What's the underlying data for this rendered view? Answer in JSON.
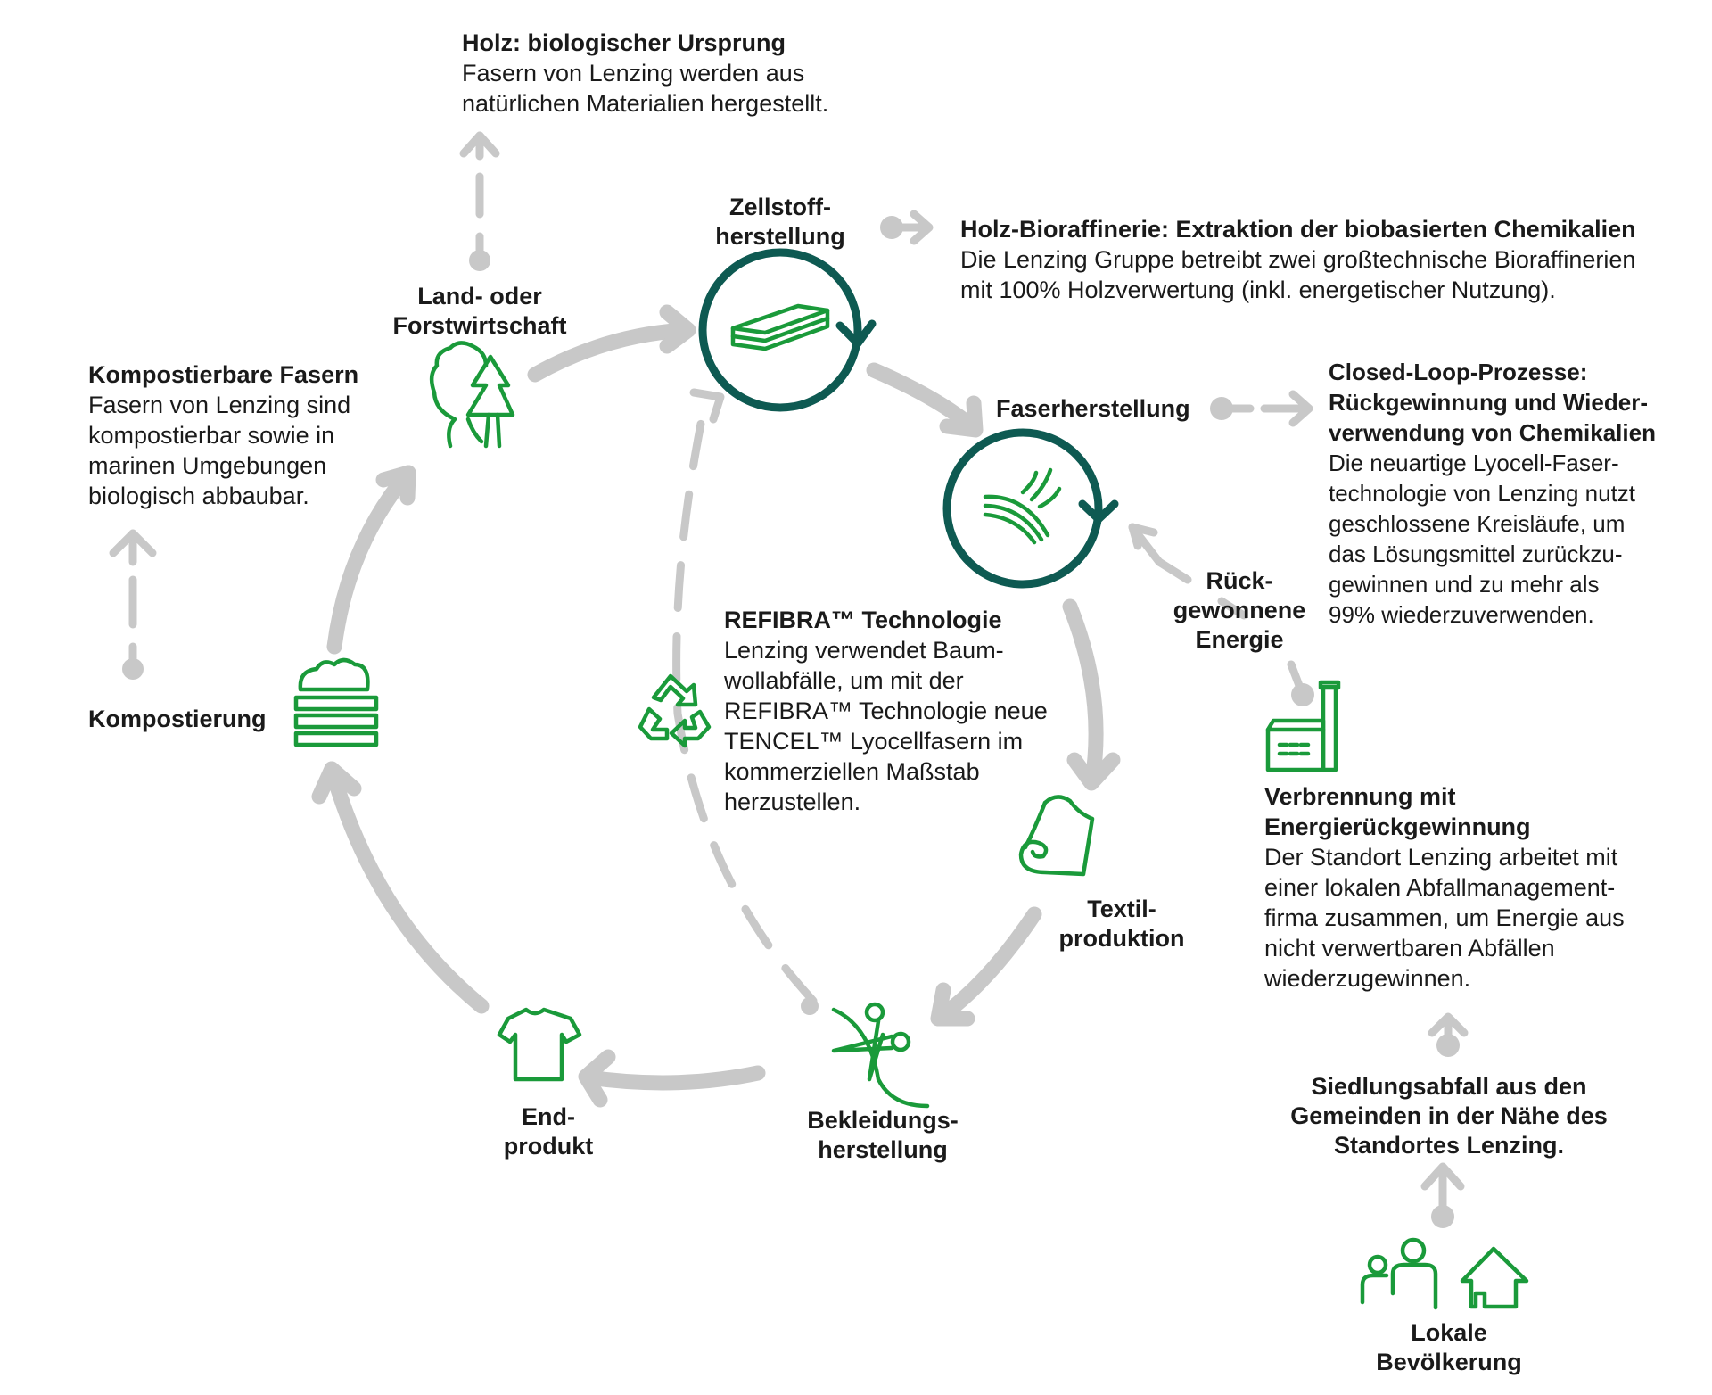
{
  "colors": {
    "arrow_grey": "#c8c8c8",
    "cycle_teal": "#0e5a52",
    "icon_green": "#1a9a3a",
    "text": "#1a1a1a"
  },
  "stages": {
    "land": {
      "label": "Land- oder\nForstwirtschaft",
      "icon": "trees-icon"
    },
    "zellstoff": {
      "label": "Zellstoff-\nherstellung",
      "icon": "pulp-sheets-icon"
    },
    "faser": {
      "label": "Faserherstellung",
      "icon": "fibers-icon"
    },
    "textil": {
      "label": "Textil-\nproduktion",
      "icon": "fabric-roll-icon"
    },
    "bekleidung": {
      "label": "Bekleidungs-\nherstellung",
      "icon": "scissors-icon"
    },
    "endprodukt": {
      "label": "End-\nprodukt",
      "icon": "tshirt-icon"
    },
    "kompostierung": {
      "label": "Kompostierung",
      "icon": "compost-icon"
    }
  },
  "side_nodes": {
    "rueckgewonnene_energie": {
      "label": "Rück-\ngewonnene\nEnergie"
    },
    "siedlungsabfall": {
      "label": "Siedlungsabfall aus den\nGemeinden in der Nähe des\nStandortes Lenzing."
    },
    "lokale_bevoelkerung": {
      "label": "Lokale\nBevölkerung",
      "icon": "people-house-icon"
    },
    "verbrennung_icon": "factory-icon",
    "refibra_icon": "recycle-icon"
  },
  "callouts": {
    "holz": {
      "title": "Holz: biologischer Ursprung",
      "body": "Fasern von Lenzing werden aus\nnatürlichen Materialien hergestellt."
    },
    "bioraffinerie": {
      "title": "Holz-Bioraffinerie: Extraktion der biobasierten Chemikalien",
      "body": "Die Lenzing Gruppe betreibt zwei großtechnische Bioraffinerien\nmit 100% Holzverwertung (inkl. energetischer Nutzung)."
    },
    "closed_loop": {
      "title": "Closed-Loop-Prozesse:\nRückgewinnung und Wieder-\nverwendung von Chemikalien",
      "body": "Die neuartige Lyocell-Faser-\ntechnologie von Lenzing nutzt\ngeschlossene Kreisläufe, um\ndas Lösungsmittel zurückzu-\ngewinnen und zu mehr als\n99% wiederzuverwenden."
    },
    "kompostierbar": {
      "title": "Kompostierbare Fasern",
      "body": "Fasern von Lenzing sind\nkompostierbar sowie in\nmarinen Umgebungen\nbiologisch abbaubar."
    },
    "refibra": {
      "title": "REFIBRA™ Technologie",
      "body": "Lenzing verwendet Baum-\nwollabfälle, um mit der\nREFIBRA™ Technologie neue\nTENCEL™ Lyocellfasern im\nkommerziellen Maßstab\nherzustellen."
    },
    "verbrennung": {
      "title": "Verbrennung mit\nEnergierückgewinnung",
      "body": "Der Standort Lenzing arbeitet mit\neiner lokalen Abfallmanagement-\nfirma zusammen, um Energie aus\nnicht verwertbaren Abfällen\nwiederzugewinnen."
    }
  }
}
